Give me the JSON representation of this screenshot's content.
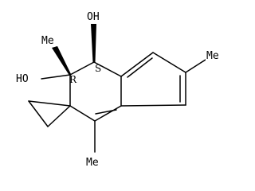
{
  "molecule": {
    "labels": {
      "oh_top": "OH",
      "oh_left": "HO",
      "me_right": "Me",
      "me_upper_left": "Me",
      "me_bottom": "Me",
      "stereo_r": "R",
      "stereo_s": "S"
    },
    "bond_color": "#000000",
    "background": "#ffffff"
  }
}
